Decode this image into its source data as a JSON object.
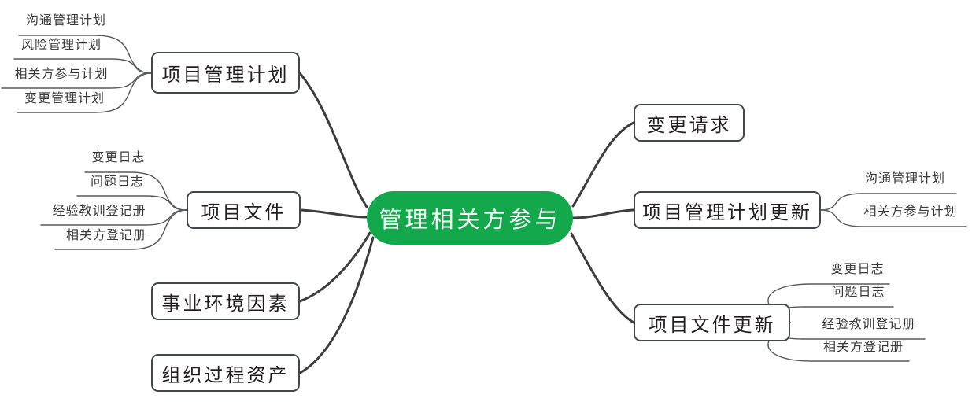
{
  "diagram": {
    "type": "mind-map",
    "title": "管理相关方参与",
    "colors": {
      "center_fill": "#14a84c",
      "center_text": "#ffffff",
      "node_border": "#44474a",
      "node_text": "#231f20",
      "connector": "#3d3d3d",
      "leaf_text": "#3a3a3a",
      "background": "#ffffff"
    },
    "center": {
      "label": "管理相关方参与"
    },
    "inputs": [
      {
        "label": "项目管理计划",
        "children": [
          "沟通管理计划",
          "风险管理计划",
          "相关方参与计划",
          "变更管理计划"
        ]
      },
      {
        "label": "项目文件",
        "children": [
          "变更日志",
          "问题日志",
          "经验教训登记册",
          "相关方登记册"
        ]
      },
      {
        "label": "事业环境因素",
        "children": []
      },
      {
        "label": "组织过程资产",
        "children": []
      }
    ],
    "outputs": [
      {
        "label": "变更请求",
        "children": []
      },
      {
        "label": "项目管理计划更新",
        "children": [
          "沟通管理计划",
          "相关方参与计划"
        ]
      },
      {
        "label": "项目文件更新",
        "children": [
          "变更日志",
          "问题日志",
          "经验教训登记册",
          "相关方登记册"
        ]
      }
    ]
  }
}
